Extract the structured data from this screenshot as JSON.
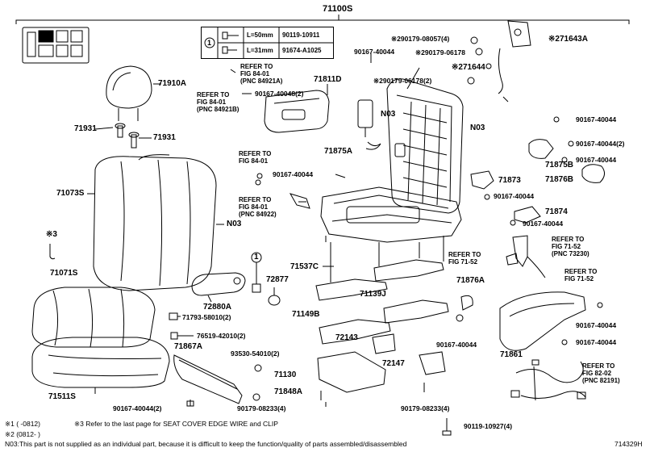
{
  "assembly": {
    "main_part": "71100S",
    "figure_id": "714329H"
  },
  "screw_table": {
    "rows": [
      {
        "length": "L=50mm",
        "part": "90119-10911"
      },
      {
        "length": "L=31mm",
        "part": "91674-A1025"
      }
    ],
    "marker": "1"
  },
  "parts": {
    "p71910A": "71910A",
    "p71931a": "71931",
    "p71931b": "71931",
    "p71073S": "71073S",
    "pN03a": "N03",
    "pN03b": "N03",
    "pN03c": "N03",
    "p3": "※3",
    "p71071S": "71071S",
    "p72877": "72877",
    "p72880A": "72880A",
    "p71793": "71793-58010(2)",
    "p76519": "76519-42010(2)",
    "p71867A": "71867A",
    "p93530": "93530-54010(2)",
    "p71511S": "71511S",
    "p90167_2a": "90167-40044(2)",
    "p71811D": "71811D",
    "p90167_40048": "90167-40048(2)",
    "p90167_top": "90167-40044",
    "p290179_08057": "※290179-08057(4)",
    "p290179_06178": "※290179-06178",
    "p290179_06178_2": "※290179-06178(2)",
    "p271643A": "※271643A",
    "p271644": "※271644",
    "p71875A": "71875A",
    "p90167_mid": "90167-40044",
    "p71873": "71873",
    "p90167_71873": "90167-40044",
    "p71874": "71874",
    "p90167_71874": "90167-40044",
    "p90167_r1": "90167-40044",
    "p90167_r2": "90167-40044(2)",
    "p90167_r3": "90167-40044",
    "p71875B": "71875B",
    "p71876B": "71876B",
    "p71537C": "71537C",
    "p71139J": "71139J",
    "p71149B": "71149B",
    "p72143": "72143",
    "p71876A": "71876A",
    "p90167_lower": "90167-40044",
    "p72147": "72147",
    "p71130": "71130",
    "p71848A": "71848A",
    "p90179_08233a": "90179-08233(4)",
    "p90179_08233b": "90179-08233(4)",
    "p90119_10927": "90119-10927(4)",
    "p71861": "71861",
    "p90167_r4": "90167-40044",
    "p90167_r5": "90167-40044",
    "p1marker": "1"
  },
  "refs": {
    "ref1": "REFER TO\nFIG 84-01\n(PNC 84921A)",
    "ref2": "REFER TO\nFIG 84-01\n(PNC 84921B)",
    "ref3": "REFER TO\nFIG 84-01",
    "ref4": "REFER TO\nFIG 84-01\n(PNC 84922)",
    "ref5": "REFER TO\nFIG 71-52\n(PNC 73230)",
    "ref6": "REFER TO\nFIG 71-52",
    "ref7": "REFER TO\nFIG 71-52",
    "ref8": "REFER TO\nFIG 82-02\n(PNC 82191)"
  },
  "footnotes": {
    "n1": "※1 (      -0812)",
    "n3": "※3 Refer to the last page for SEAT COVER EDGE WIRE and CLIP",
    "n2": "※2 (0812-      )",
    "nN03": "N03:This part is not supplied as an individual part, because it is difficult to keep the function/quality of parts assembled/disassembled"
  }
}
